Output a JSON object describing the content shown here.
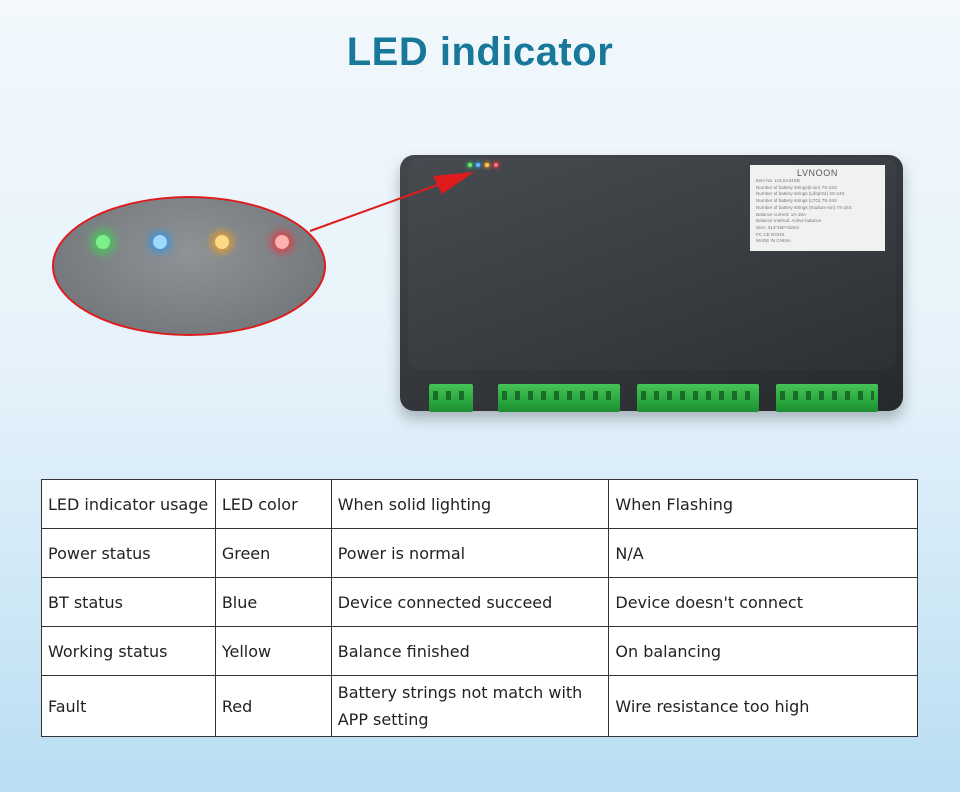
{
  "title": "LED indicator",
  "device": {
    "brand": "LVNOON",
    "label_lines": [
      "Item No. LVLSA24SB",
      "Number of battery strings(li-ion) 7S-24S",
      "Number of battery strings (LifepO4) 4S-24S",
      "Number of battery strings (LTO) 7S-24S",
      "Number of battery strings (Sodium-ion) 7S-24S",
      "Balance current: 1A-15A",
      "Balance method: Active balance",
      "Size: 313*150*43mm",
      "FC CE ROHS",
      "MADE IN CHINA"
    ],
    "led_colors": {
      "green": "#3dd050",
      "blue": "#2a90f0",
      "yellow": "#f0a020",
      "red": "#f03040"
    },
    "callout_color": "#e01b1b"
  },
  "table": {
    "headers": [
      "LED indicator usage",
      "LED color",
      "When solid lighting",
      "When Flashing"
    ],
    "rows": [
      [
        "Power status",
        "Green",
        "Power is normal",
        "N/A"
      ],
      [
        "BT status",
        "Blue",
        "Device connected succeed",
        "Device doesn't connect"
      ],
      [
        "Working status",
        "Yellow",
        "Balance finished",
        "On balancing"
      ],
      [
        "Fault",
        "Red",
        "Battery strings not match with APP setting",
        "Wire resistance too high"
      ]
    ]
  }
}
